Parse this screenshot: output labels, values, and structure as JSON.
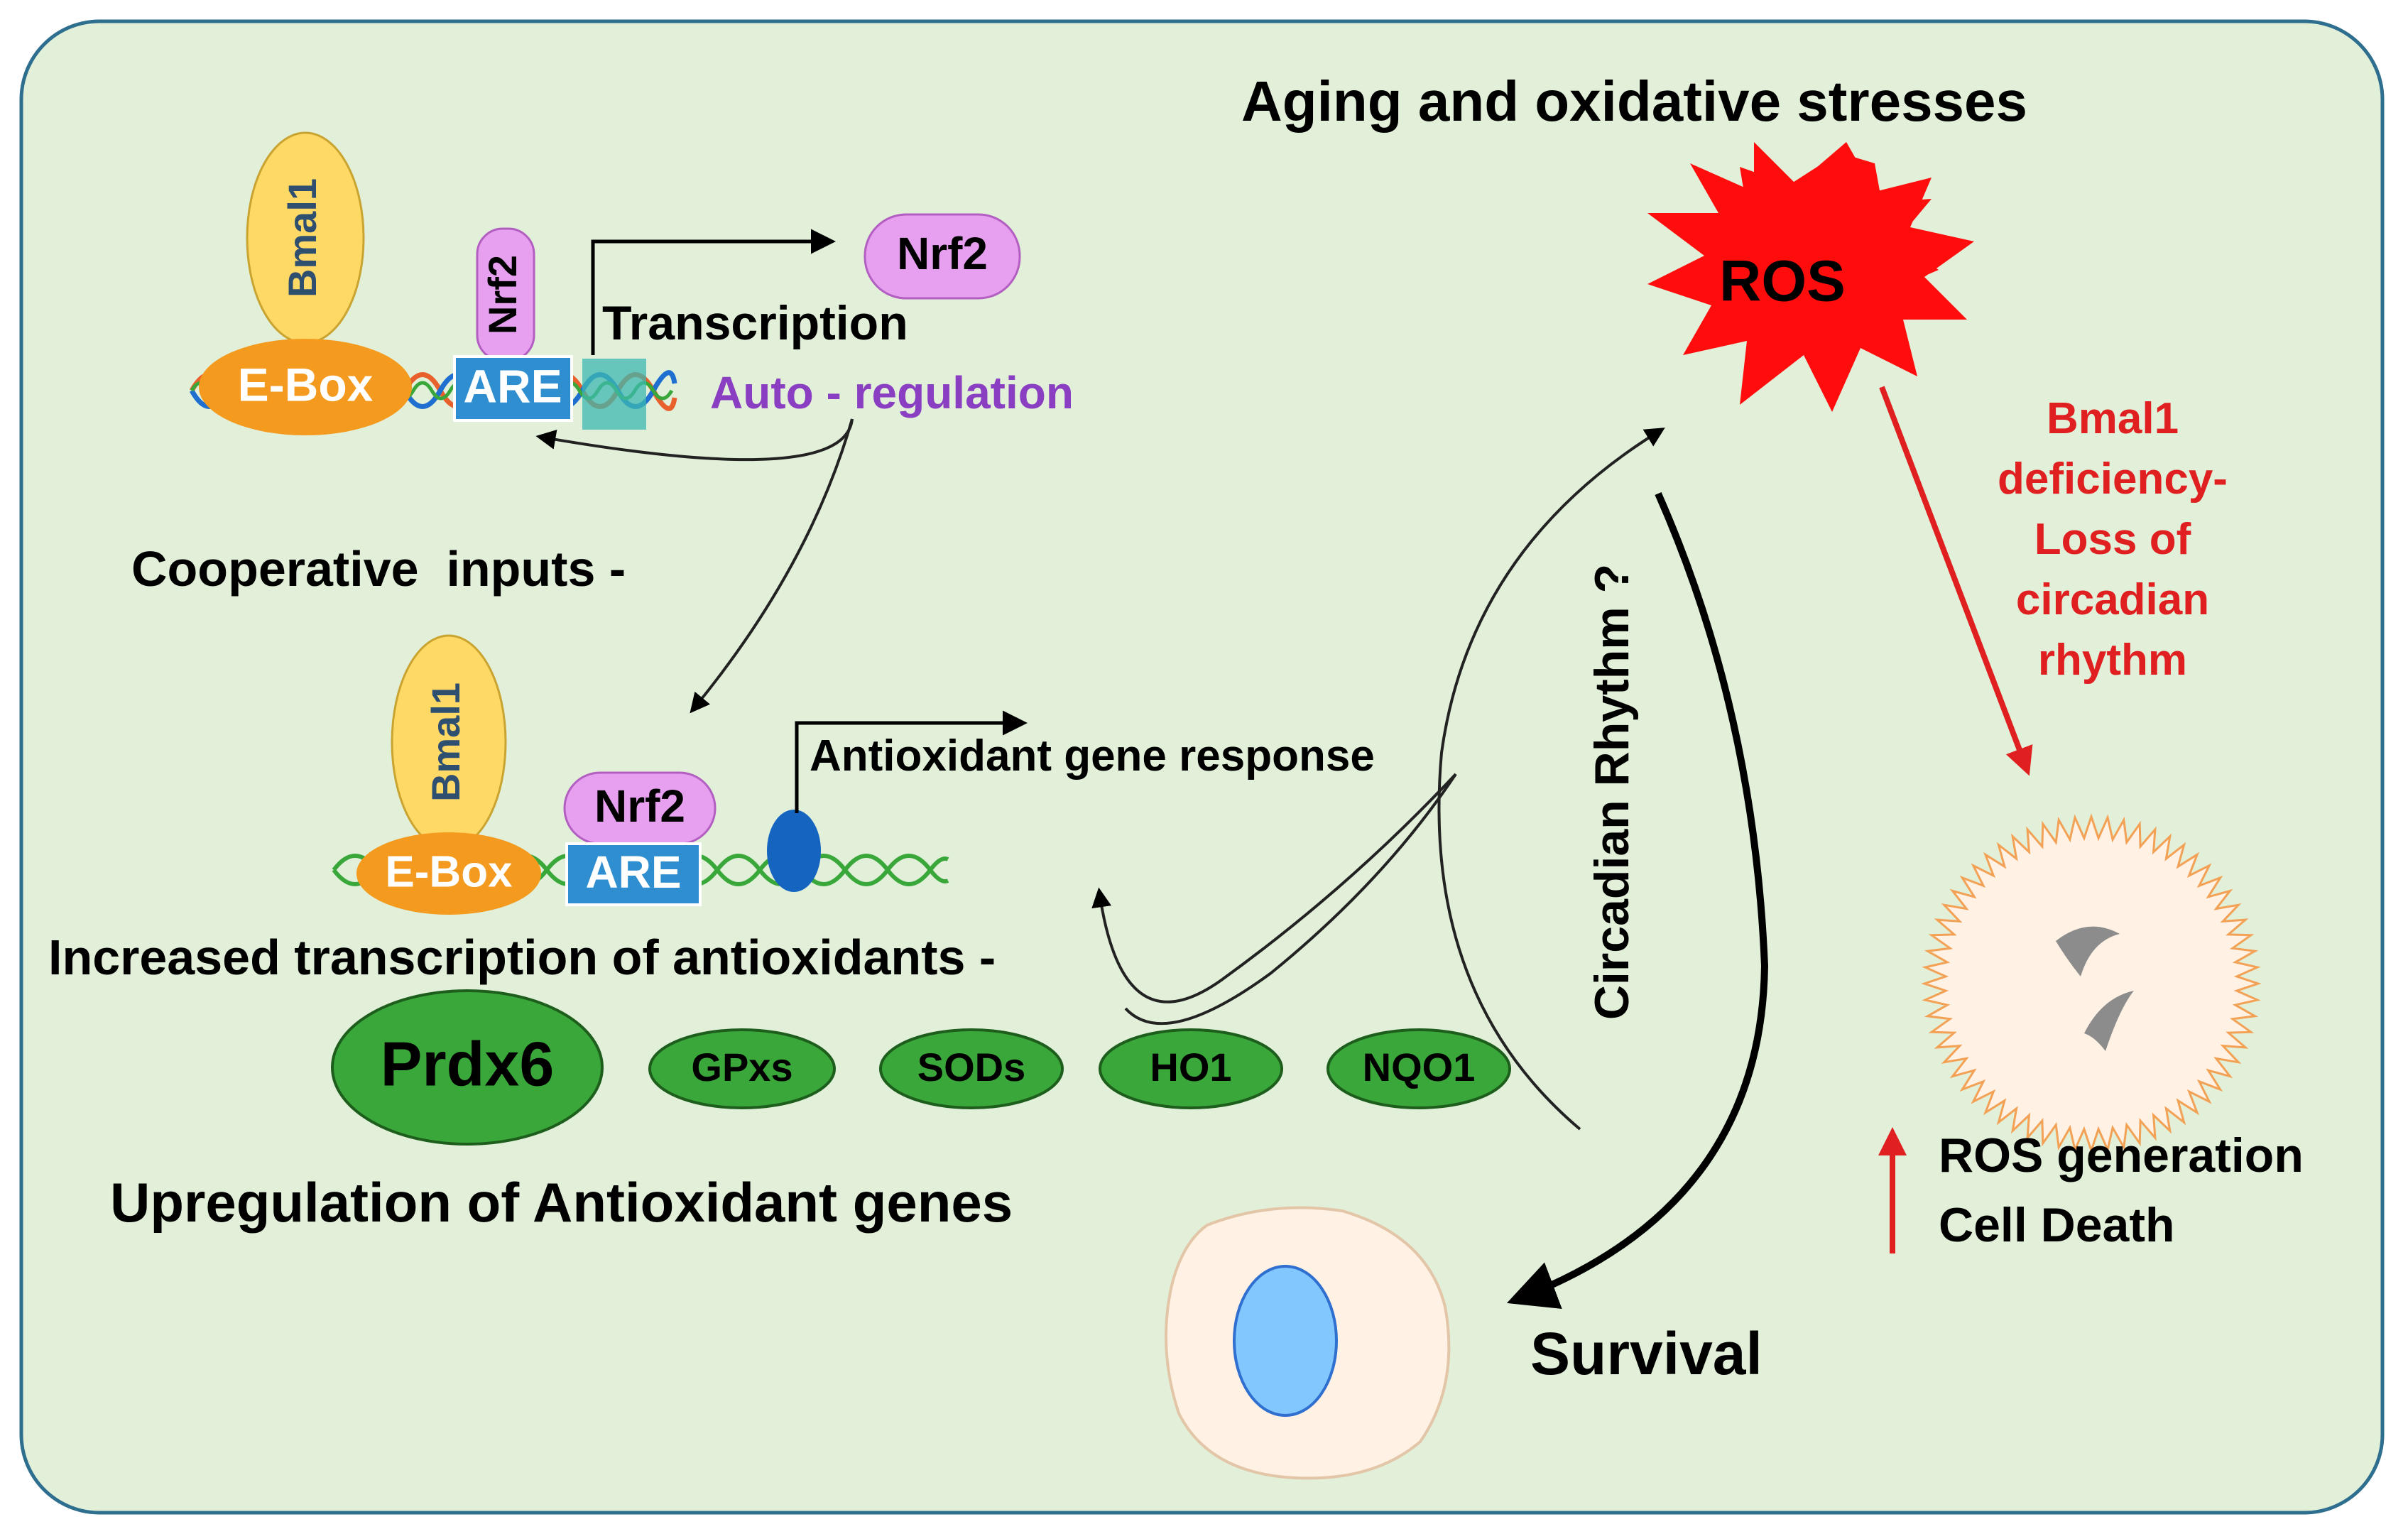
{
  "headings": {
    "aging": "Aging and oxidative stresses",
    "cooperative": "Cooperative  inputs -",
    "increased": "Increased transcription of antioxidants -",
    "upregulation": "Upregulation of Antioxidant genes"
  },
  "top_complex": {
    "bmal1": "Bmal1",
    "nrf2_bound": "Nrf2",
    "ebox": "E-Box",
    "are": "ARE",
    "nrf2_product": "Nrf2",
    "transcription": "Transcription",
    "auto_regulation": "Auto - regulation"
  },
  "bottom_complex": {
    "bmal1": "Bmal1",
    "nrf2": "Nrf2",
    "ebox": "E-Box",
    "are": "ARE",
    "response": "Antioxidant gene response"
  },
  "antioxidants": [
    "Prdx6",
    "GPxs",
    "SODs",
    "HO1",
    "NQO1"
  ],
  "ros": "ROS",
  "circadian": "Circadian Rhythm ?",
  "deficiency": [
    "Bmal1",
    "deficiency-",
    "Loss of",
    "circadian",
    "rhythm"
  ],
  "outcome": [
    "ROS generation",
    "Cell Death"
  ],
  "survival": "Survival",
  "colors": {
    "panel": "#e2efd9",
    "panel_border": "#2e6e8e",
    "bmal1": "#ffd966",
    "nrf2": "#e79ff0",
    "ebox": "#f39a1f",
    "are": "#2e8ed0",
    "antioxidant": "#3aa73a",
    "ros": "#ff0d0d",
    "deficiency": "#e02020",
    "auto_regulation": "#8a3ec2",
    "nucleus": "#82c8ff"
  }
}
